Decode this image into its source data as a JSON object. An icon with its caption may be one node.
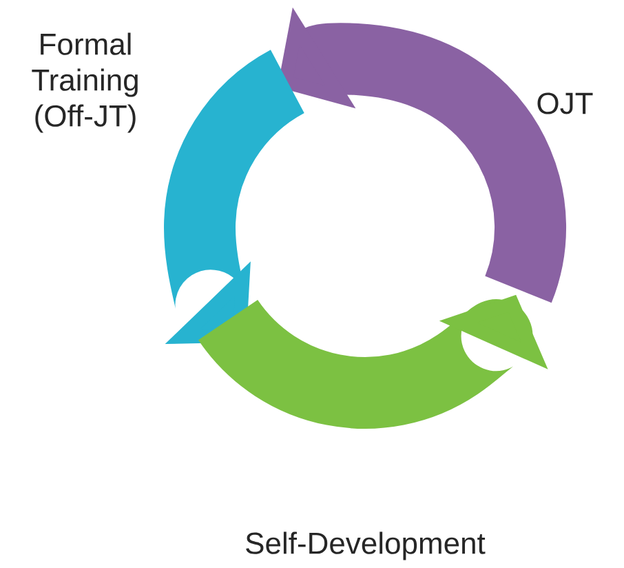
{
  "diagram": {
    "labels": [
      "Formal Training (Off-JT)",
      "OJT",
      "Self-Development"
    ]
  }
}
